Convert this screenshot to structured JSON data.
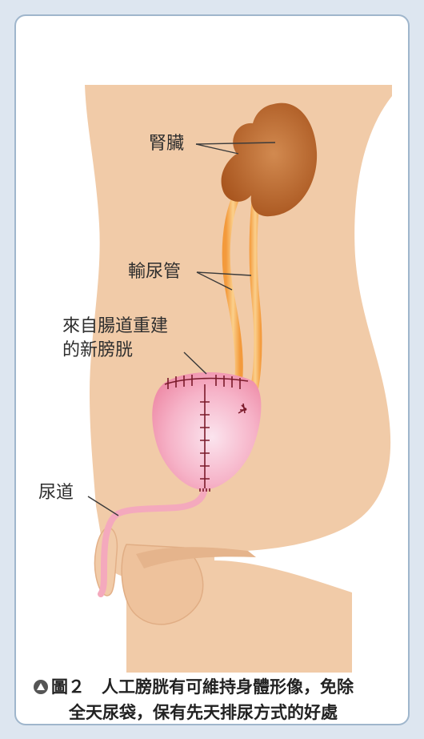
{
  "labels": {
    "kidney": "腎臟",
    "ureter": "輸尿管",
    "neobladder_line1": "來自腸道重建",
    "neobladder_line2": "的新膀胱",
    "urethra": "尿道"
  },
  "caption": {
    "figure_number": "圖２",
    "line1_text": "人工膀胱有可維持身體形像，免除",
    "line2_text": "全天尿袋，保有先天排尿方式的好處"
  },
  "colors": {
    "skin": "#f1cba8",
    "skin_shadow": "#e5b48c",
    "kidney": "#b8642c",
    "ureter": "#f4a84a",
    "bladder": "#f39ab4",
    "suture": "#7a1a2a",
    "frame_border": "#9fb6cc",
    "background": "#dde6f0"
  }
}
